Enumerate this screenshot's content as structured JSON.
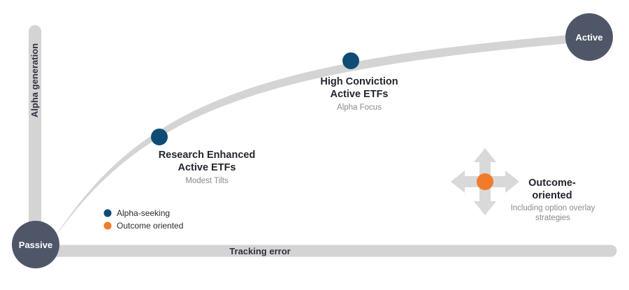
{
  "axes": {
    "y_label": "Alpha generation",
    "x_label": "Tracking error"
  },
  "nodes": {
    "passive": "Passive",
    "active": "Active"
  },
  "points": {
    "research": {
      "title_line1": "Research Enhanced",
      "title_line2": "Active ETFs",
      "subtitle": "Modest Tilts"
    },
    "high_conviction": {
      "title_line1": "High Conviction",
      "title_line2": "Active ETFs",
      "subtitle": "Alpha Focus"
    },
    "outcome": {
      "title_line1": "Outcome-",
      "title_line2": "oriented",
      "subtitle_line1": "Including option overlay",
      "subtitle_line2": "strategies"
    }
  },
  "legend": {
    "items": [
      {
        "label": "Alpha-seeking",
        "color": "#0f4c75"
      },
      {
        "label": "Outcome oriented",
        "color": "#f07c2a"
      }
    ]
  },
  "colors": {
    "node_fill": "#4f5668",
    "track": "#d4d4d4",
    "alpha_dot": "#0f4c75",
    "outcome_dot": "#f07c2a",
    "arrow": "#d9d9d9"
  }
}
